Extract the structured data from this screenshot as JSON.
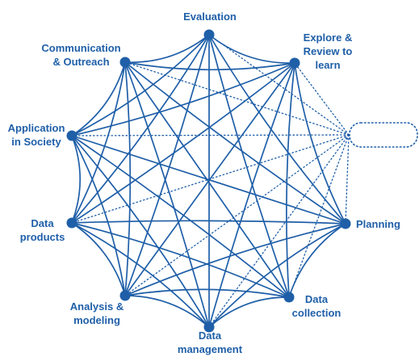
{
  "colors": {
    "primary": "#1f5fa8",
    "background": "#ffffff"
  },
  "diagram": {
    "type": "complete-graph",
    "nodes": [
      {
        "id": "evaluation",
        "label": "Evaluation"
      },
      {
        "id": "explore",
        "label": "Explore &\nReview to\nlearn"
      },
      {
        "id": "planning",
        "label": "Planning"
      },
      {
        "id": "collection",
        "label": "Data\ncollection"
      },
      {
        "id": "management",
        "label": "Data\nmanagement"
      },
      {
        "id": "analysis",
        "label": "Analysis &\nmodeling"
      },
      {
        "id": "products",
        "label": "Data\nproducts"
      },
      {
        "id": "society",
        "label": "Application\nin Society"
      },
      {
        "id": "communication",
        "label": "Communication\n& Outreach"
      }
    ],
    "edges_solid": "all node pairs",
    "placeholder": {
      "label": "",
      "style": "dotted rounded box",
      "edges": "dotted to every node"
    }
  }
}
